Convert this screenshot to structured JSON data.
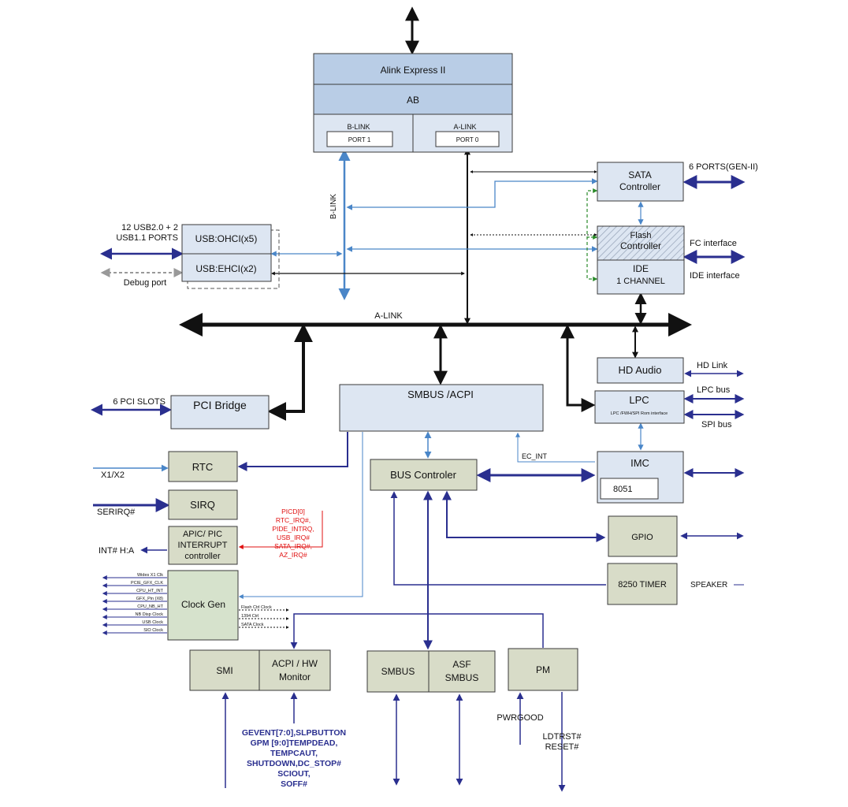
{
  "ab": {
    "title": "Alink Express II",
    "name": "AB",
    "blink_label": "B-LINK",
    "port1": "PORT 1",
    "alink_label": "A-LINK",
    "port0": "PORT 0"
  },
  "bus": {
    "blink_vertical": "B-LINK",
    "alink": "A-LINK"
  },
  "usb": {
    "ports_line1": "12 USB2.0 + 2",
    "ports_line2": "USB1.1 PORTS",
    "ohci": "USB:OHCI(x5)",
    "ehci": "USB:EHCI(x2)",
    "debug": "Debug port"
  },
  "sata": {
    "line1": "SATA",
    "line2": "Controller",
    "ports": "6 PORTS(GEN-II)"
  },
  "flash": {
    "line1": "Flash",
    "line2": "Controller",
    "fc": "FC interface"
  },
  "ide": {
    "line1": "IDE",
    "line2": "1 CHANNEL",
    "iface": "IDE interface"
  },
  "hdaudio": {
    "label": "HD Audio",
    "link": "HD Link"
  },
  "lpc": {
    "label": "LPC",
    "sub": "LPC /FWH/SPI Rom interface",
    "bus": "LPC bus",
    "spi": "SPI bus"
  },
  "imc": {
    "label": "IMC",
    "ec": "EC_INT",
    "cpu": "8051"
  },
  "pci": {
    "label": "PCI Bridge",
    "slots": "6 PCI SLOTS"
  },
  "smbus_acpi": {
    "label": "SMBUS /ACPI"
  },
  "rtc": {
    "label": "RTC",
    "x": "X1/X2"
  },
  "sirq": {
    "label": "SIRQ",
    "serirq": "SERIRQ#"
  },
  "apic": {
    "line1": "APIC/ PIC",
    "line2": "INTERRUPT",
    "line3": "controller",
    "int": "INT# H:A",
    "irqs": [
      "PICD[0]",
      "RTC_IRQ#,",
      "PIDE_INTRQ,",
      "USB_IRQ#",
      "SATA_IRQ#,",
      "AZ_IRQ#"
    ]
  },
  "busctl": {
    "label": "BUS Controler"
  },
  "gpio": {
    "label": "GPIO"
  },
  "timer": {
    "label": "8250 TIMER",
    "speaker": "SPEAKER"
  },
  "clock": {
    "label": "Clock Gen",
    "outs": [
      "Wides X1 Clk",
      "PCIE_GFX_CLK",
      "CPU_HT_INT",
      "GFX_Pin (X8)",
      "CPU_NB_HT",
      "NB Disp Clock",
      "USB Clock",
      "SIO Clock"
    ],
    "right": [
      "Flash Ctrl Clock",
      "1394 Ctrl",
      "SATA Clock"
    ]
  },
  "smi": {
    "label": "SMI"
  },
  "acpihw": {
    "line1": "ACPI / HW",
    "line2": "Monitor"
  },
  "smbus": {
    "label": "SMBUS"
  },
  "asf": {
    "line1": "ASF",
    "line2": "SMBUS"
  },
  "pm": {
    "label": "PM",
    "pwrgood": "PWRGOOD",
    "ldtrst": "LDTRST#",
    "reset": "RESET#"
  },
  "gevent": [
    "GEVENT[7:0],SLPBUTTON",
    "GPM [9:0]TEMPDEAD,",
    "TEMPCAUT,",
    "SHUTDOWN,DC_STOP#",
    "SCIOUT,",
    "SOFF#"
  ],
  "colors": {
    "bus_dark": "#111111",
    "bus_navy": "#2a2f8f",
    "bus_light": "#4a86c8",
    "irq_red": "#e01010",
    "green_dash": "#2a8a2a"
  }
}
